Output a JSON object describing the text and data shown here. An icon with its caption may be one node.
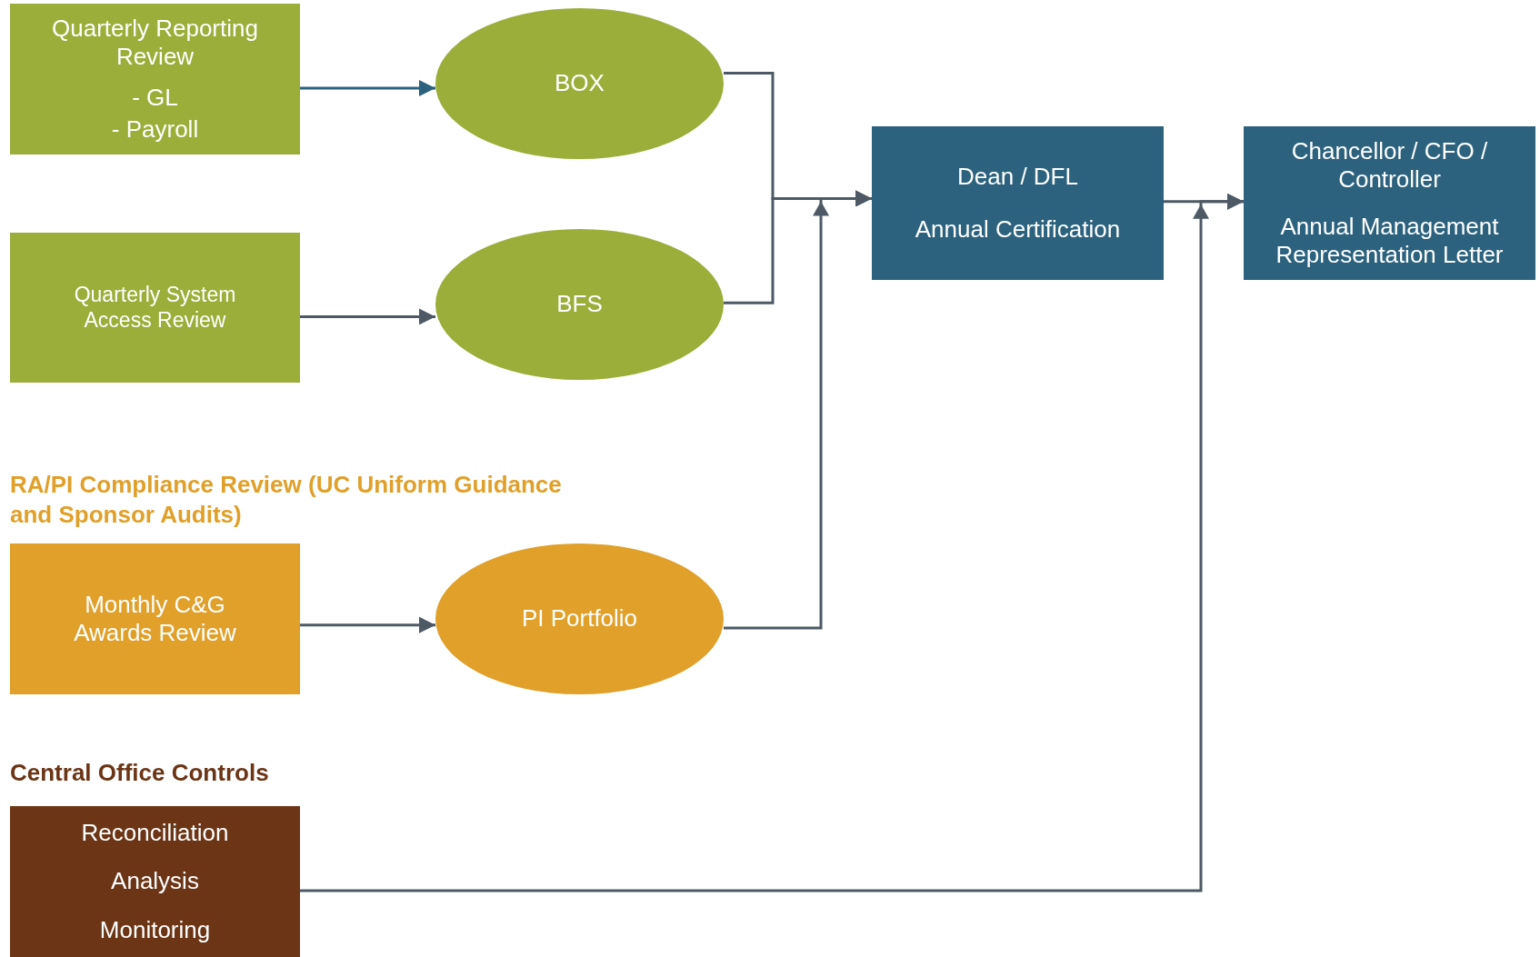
{
  "diagram": {
    "nodes": [
      {
        "text": [
          "Quarterly Reporting Review",
          "- GL",
          "- Payroll"
        ]
      },
      {
        "text": [
          "BOX"
        ]
      },
      {
        "text": [
          "Quarterly System Access Review"
        ]
      },
      {
        "text": [
          "BFS"
        ]
      },
      {
        "text": [
          "Dean / DFL",
          "Annual Certification"
        ]
      },
      {
        "text": [
          "Chancellor / CFO / Controller",
          "Annual Management Representation Letter"
        ]
      },
      {
        "text": [
          "Monthly C&G Awards Review"
        ]
      },
      {
        "text": [
          "PI Portfolio"
        ]
      },
      {
        "text": [
          "Reconciliation",
          "Analysis",
          "Monitoring"
        ]
      }
    ],
    "edges": [
      {
        "from": 0,
        "to": 1,
        "arrow": "to",
        "color": "#2c627e"
      },
      {
        "from": 2,
        "to": 3,
        "arrow": "to"
      },
      {
        "from": 1,
        "to": 4,
        "arrow": "to"
      },
      {
        "from": 3,
        "to": 4,
        "arrow": "to"
      },
      {
        "from": 7,
        "to": 4,
        "arrow": "to"
      },
      {
        "from": 4,
        "to": 5,
        "arrow": "to"
      },
      {
        "from": 6,
        "to": 7,
        "arrow": "to"
      },
      {
        "from": 8,
        "to": 5,
        "arrow": "to"
      }
    ],
    "labels": [
      "RA/PI Compliance Review (UC Uniform Guidance and Sponsor Audits)",
      "Central Office Controls"
    ]
  }
}
